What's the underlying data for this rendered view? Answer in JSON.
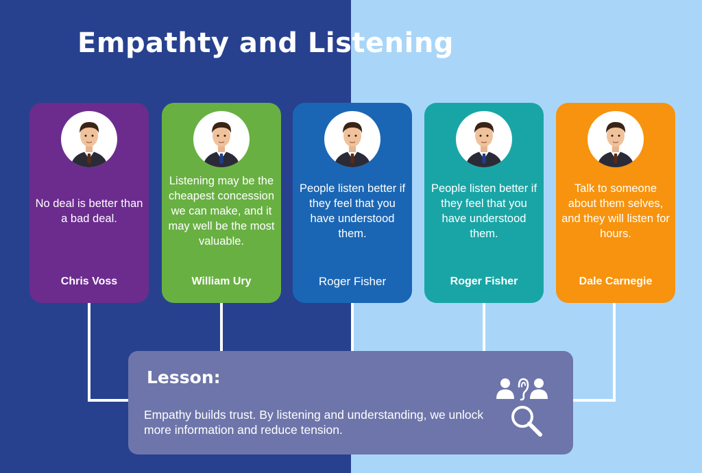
{
  "title": "Empathty and Listening",
  "colors": {
    "left_bg": "#27418f",
    "right_bg": "#a9d6f8",
    "lesson_bg": "#6d75aa"
  },
  "cards": [
    {
      "quote": "No deal is better than a bad deal.",
      "author": "Chris Voss",
      "color": "#6b2c8e"
    },
    {
      "quote": "Listening may be the cheapest concession we can make, and it may well be the most valuable.",
      "author": "William Ury",
      "color": "#69b043"
    },
    {
      "quote": "People listen better if they feel that you have understood them.",
      "author": "Roger Fisher",
      "color": "#1a66b5"
    },
    {
      "quote": "People listen better if they feel that you have understood them.",
      "author": "Roger Fisher",
      "color": "#19a5a6"
    },
    {
      "quote": "Talk to someone about them selves, and they will listen for hours.",
      "author": "Dale Carnegie",
      "color": "#f7930e"
    }
  ],
  "lesson": {
    "title": "Lesson:",
    "text": "Empathy builds trust. By listening and understanding, we unlock more information and reduce tension.",
    "icons": [
      "listening-people-icon",
      "magnifier-icon"
    ]
  }
}
